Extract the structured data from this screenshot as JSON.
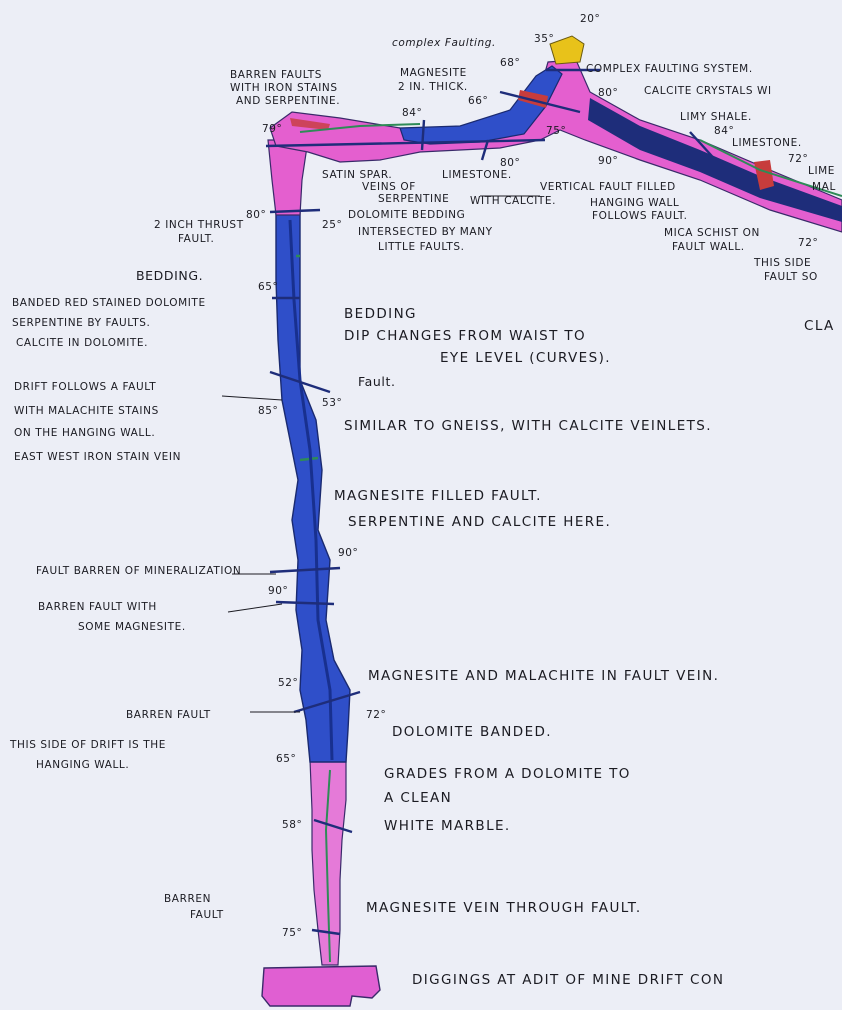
{
  "strike_dip": [
    "20°",
    "35°",
    "68°",
    "80°",
    "66°",
    "84°",
    "79°",
    "75°",
    "80°",
    "90°",
    "84°",
    "72°",
    "72°",
    "80°",
    "25°",
    "65°",
    "85°",
    "53°",
    "90°",
    "90°",
    "52°",
    "72°",
    "65°",
    "58°",
    "75°"
  ],
  "notes": {
    "complex_faulting": "complex Faulting.",
    "complex_faulting_system": "COMPLEX FAULTING SYSTEM.",
    "calcite_crystals": "CALCITE CRYSTALS WI",
    "barren_faults": [
      "BARREN FAULTS",
      "WITH IRON STAINS",
      "AND SERPENTINE."
    ],
    "magnesite_thick": [
      "MAGNESITE",
      "2 IN. THICK."
    ],
    "limy_shale": "LIMY SHALE.",
    "limestone_right": "LIMESTONE.",
    "lime_cut": "LIME",
    "mal_cut": "MAL",
    "satin_spar": "SATIN SPAR.",
    "limestone_mid": "LIMESTONE.",
    "veins_serpentine": [
      "VEINS OF",
      "SERPENTINE"
    ],
    "vertical_fault": [
      "VERTICAL FAULT FILLED",
      "WITH CALCITE."
    ],
    "hanging_wall_follows": [
      "HANGING WALL",
      "FOLLOWS FAULT."
    ],
    "mica_schist": [
      "MICA SCHIST ON",
      "FAULT WALL."
    ],
    "this_side_fault": [
      "THIS SIDE",
      "FAULT SO"
    ],
    "two_inch_thrust": [
      "2 INCH THRUST",
      "FAULT."
    ],
    "dolomite_bedding": [
      "DOLOMITE BEDDING",
      "INTERSECTED BY MANY",
      "LITTLE FAULTS."
    ],
    "bedding_left": "BEDDING.",
    "banded": [
      "BANDED RED STAINED DOLOMITE",
      "SERPENTINE BY FAULTS.",
      "CALCITE IN DOLOMITE."
    ],
    "bedding_right": [
      "BEDDING",
      "DIP CHANGES FROM WAIST TO",
      "EYE LEVEL (CURVES)."
    ],
    "cla_cut": "CLA",
    "drift_follows": [
      "DRIFT FOLLOWS A FAULT",
      "WITH MALACHITE STAINS",
      "ON THE HANGING WALL.",
      "EAST WEST IRON STAIN VEIN"
    ],
    "fault": "Fault.",
    "similar_gneiss": "SIMILAR TO GNEISS, WITH CALCITE VEINLETS.",
    "magnesite_filled": [
      "MAGNESITE FILLED FAULT.",
      "SERPENTINE AND CALCITE HERE."
    ],
    "fault_barren_min": "FAULT BARREN OF MINERALIZATION",
    "barren_some_mag": [
      "BARREN FAULT WITH",
      "SOME MAGNESITE."
    ],
    "mag_malachite": "MAGNESITE AND MALACHITE IN FAULT VEIN.",
    "barren_fault_1": "BARREN FAULT",
    "this_side_drift": [
      "THIS SIDE OF DRIFT IS THE",
      "HANGING WALL."
    ],
    "dolomite_banded": "DOLOMITE BANDED.",
    "grades": [
      "GRADES FROM A DOLOMITE TO",
      "A CLEAN",
      "WHITE MARBLE."
    ],
    "barren_fault_2": [
      "BARREN",
      "FAULT"
    ],
    "mag_vein": "MAGNESITE VEIN THROUGH FAULT.",
    "diggings": "DIGGINGS AT ADIT OF MINE DRIFT CON"
  },
  "colors": {
    "paper": "#eceef6",
    "dolomite_pink": "#e45fcf",
    "marble_pink": "#e57ad8",
    "fault_blue": "#2f4fc9",
    "deep_blue": "#18308f",
    "malachite_green": "#2e8b57",
    "iron_red": "#c73c3c",
    "shale_navy": "#1e2d7a",
    "yellow_zone": "#e8c21a",
    "ink": "#1b1b22"
  }
}
